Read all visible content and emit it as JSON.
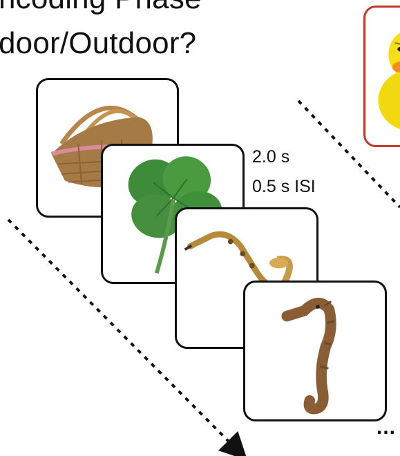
{
  "header": {
    "title_line1": "ncoding Phase",
    "title_line2": "door/Outdoor?"
  },
  "timing": {
    "duration": "2.0 s",
    "isi": "0.5 s ISI"
  },
  "continuation": "...",
  "colors": {
    "card_border": "#111111",
    "highlight_border": "#c0392b",
    "arrow": "#111111"
  },
  "stimuli": [
    {
      "item": "picnic-basket",
      "icon": "basket-icon"
    },
    {
      "item": "four-leaf-clover",
      "icon": "clover-icon"
    },
    {
      "item": "saxophone",
      "icon": "saxophone-icon"
    },
    {
      "item": "seahorse",
      "icon": "seahorse-icon"
    },
    {
      "item": "rubber-duck",
      "icon": "duck-icon"
    }
  ]
}
